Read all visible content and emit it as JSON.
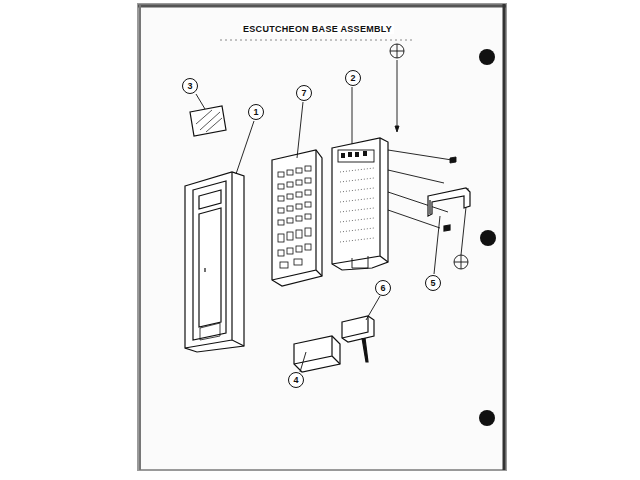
{
  "diagram": {
    "title": "ESCUTCHEON BASE ASSEMBLY",
    "labels": [
      "3",
      "1",
      "7",
      "2",
      "5",
      "6",
      "4"
    ]
  }
}
